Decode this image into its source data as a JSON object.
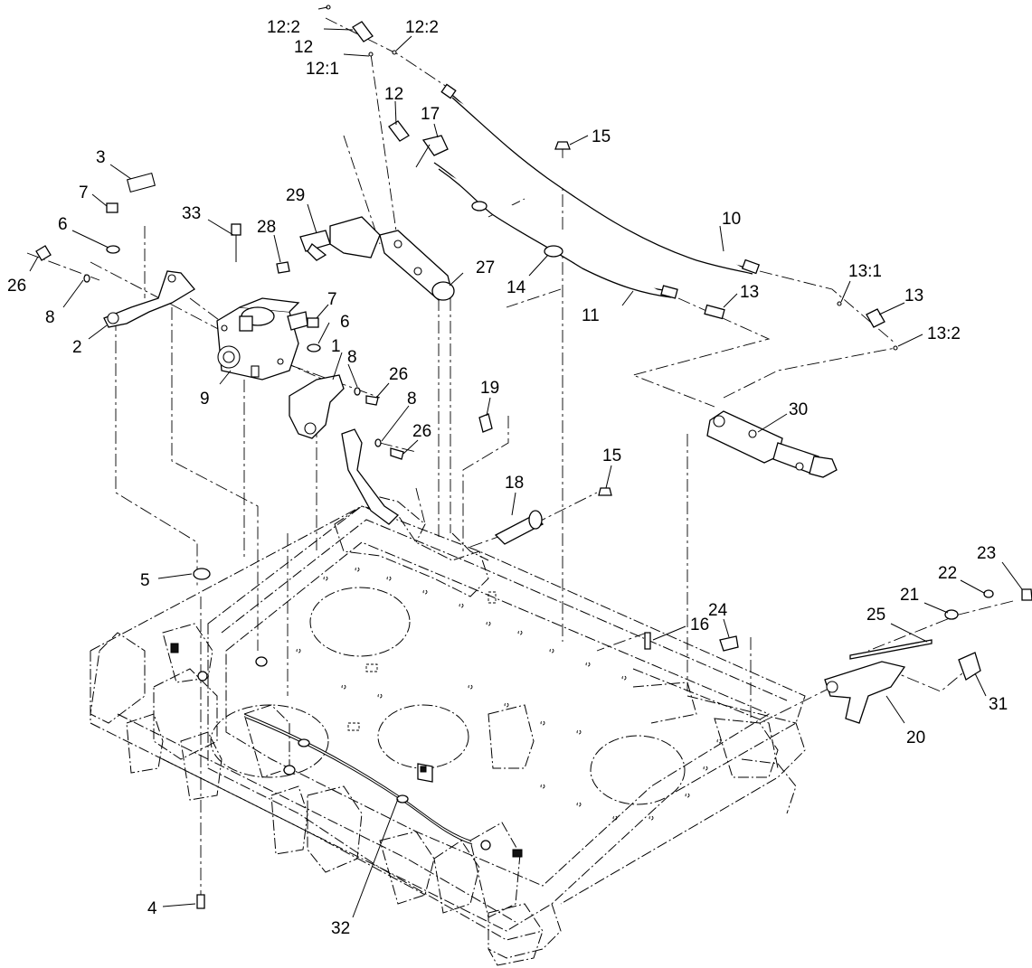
{
  "callouts": [
    {
      "id": "c1",
      "text": "1"
    },
    {
      "id": "c2",
      "text": "2"
    },
    {
      "id": "c3",
      "text": "3"
    },
    {
      "id": "c4",
      "text": "4"
    },
    {
      "id": "c5",
      "text": "5"
    },
    {
      "id": "c6a",
      "text": "6"
    },
    {
      "id": "c6b",
      "text": "6"
    },
    {
      "id": "c7a",
      "text": "7"
    },
    {
      "id": "c7b",
      "text": "7"
    },
    {
      "id": "c8a",
      "text": "8"
    },
    {
      "id": "c8b",
      "text": "8"
    },
    {
      "id": "c8c",
      "text": "8"
    },
    {
      "id": "c9",
      "text": "9"
    },
    {
      "id": "c10",
      "text": "10"
    },
    {
      "id": "c11",
      "text": "11"
    },
    {
      "id": "c12a",
      "text": "12"
    },
    {
      "id": "c12b",
      "text": "12"
    },
    {
      "id": "c12_2a",
      "text": "12:2"
    },
    {
      "id": "c12_2b",
      "text": "12:2"
    },
    {
      "id": "c12_1",
      "text": "12:1"
    },
    {
      "id": "c13a",
      "text": "13"
    },
    {
      "id": "c13b",
      "text": "13"
    },
    {
      "id": "c13_1",
      "text": "13:1"
    },
    {
      "id": "c13_2",
      "text": "13:2"
    },
    {
      "id": "c14",
      "text": "14"
    },
    {
      "id": "c15a",
      "text": "15"
    },
    {
      "id": "c15b",
      "text": "15"
    },
    {
      "id": "c16",
      "text": "16"
    },
    {
      "id": "c17",
      "text": "17"
    },
    {
      "id": "c18",
      "text": "18"
    },
    {
      "id": "c19",
      "text": "19"
    },
    {
      "id": "c20",
      "text": "20"
    },
    {
      "id": "c21",
      "text": "21"
    },
    {
      "id": "c22",
      "text": "22"
    },
    {
      "id": "c23",
      "text": "23"
    },
    {
      "id": "c24",
      "text": "24"
    },
    {
      "id": "c25",
      "text": "25"
    },
    {
      "id": "c26a",
      "text": "26"
    },
    {
      "id": "c26b",
      "text": "26"
    },
    {
      "id": "c26c",
      "text": "26"
    },
    {
      "id": "c27",
      "text": "27"
    },
    {
      "id": "c28",
      "text": "28"
    },
    {
      "id": "c29",
      "text": "29"
    },
    {
      "id": "c30",
      "text": "30"
    },
    {
      "id": "c31",
      "text": "31"
    },
    {
      "id": "c32",
      "text": "32"
    },
    {
      "id": "c33",
      "text": "33"
    }
  ]
}
